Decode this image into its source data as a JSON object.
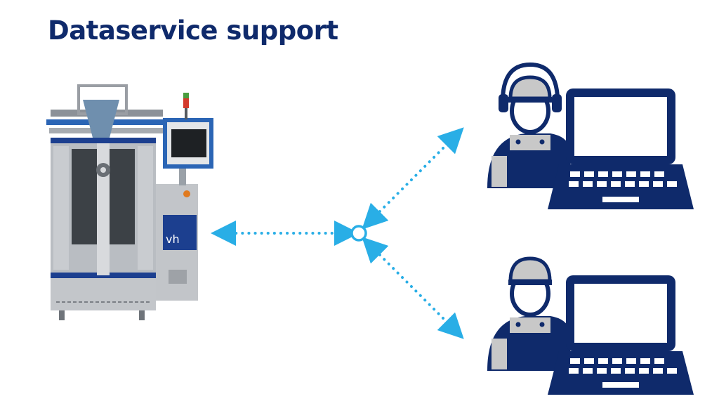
{
  "title": "Dataservice support",
  "machine": {
    "brand": "vh"
  },
  "colors": {
    "title": "#0f2a6b",
    "icon_navy": "#0f2a6b",
    "icon_grey": "#c8c8c8",
    "connector": "#29aee6",
    "machine_steel": "#b9bdc2",
    "machine_blue": "#1c3f8f"
  },
  "icons": {
    "machine": "packaging-machine",
    "operator_top": "technician-headset-laptop",
    "operator_bottom": "technician-cap-laptop",
    "hub": "connection-hub-circle"
  }
}
